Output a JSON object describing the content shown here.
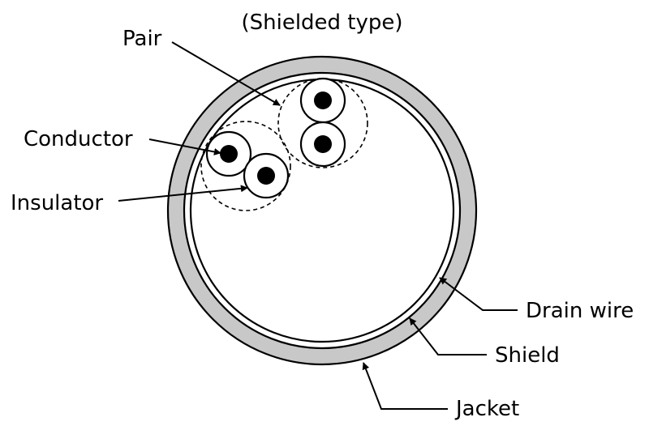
{
  "diagram": {
    "title": "(Shielded type)",
    "labels": {
      "pair": "Pair",
      "conductor": "Conductor",
      "insulator": "Insulator",
      "drain_wire": "Drain wire",
      "shield": "Shield",
      "jacket": "Jacket"
    },
    "colors": {
      "jacket_fill": "#c8c8c8",
      "conductor_fill": "#000000",
      "background": "#ffffff"
    }
  }
}
